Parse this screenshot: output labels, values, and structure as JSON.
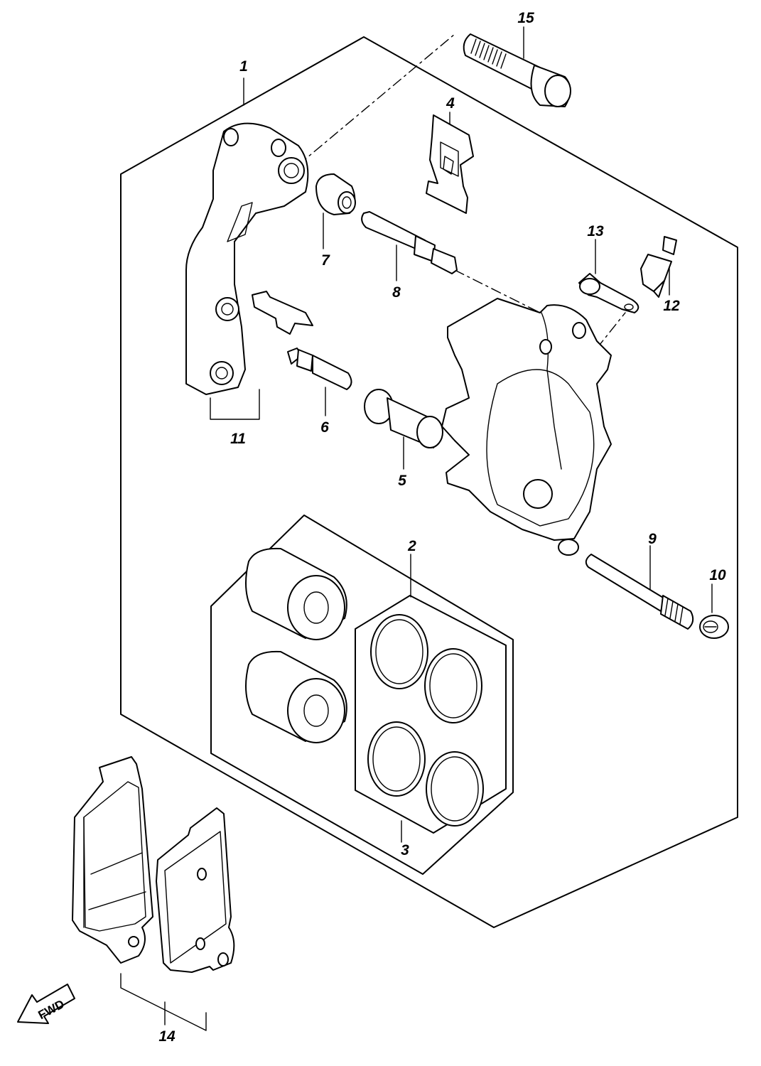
{
  "callouts": {
    "p1": "1",
    "p2": "2",
    "p3": "3",
    "p4": "4",
    "p5": "5",
    "p6": "6",
    "p7": "7",
    "p8": "8",
    "p9": "9",
    "p10": "10",
    "p11": "11",
    "p12": "12",
    "p13": "13",
    "p14": "14",
    "p15": "15"
  },
  "direction_arrow": {
    "label": "FWD",
    "icon": "forward-arrow-icon"
  }
}
